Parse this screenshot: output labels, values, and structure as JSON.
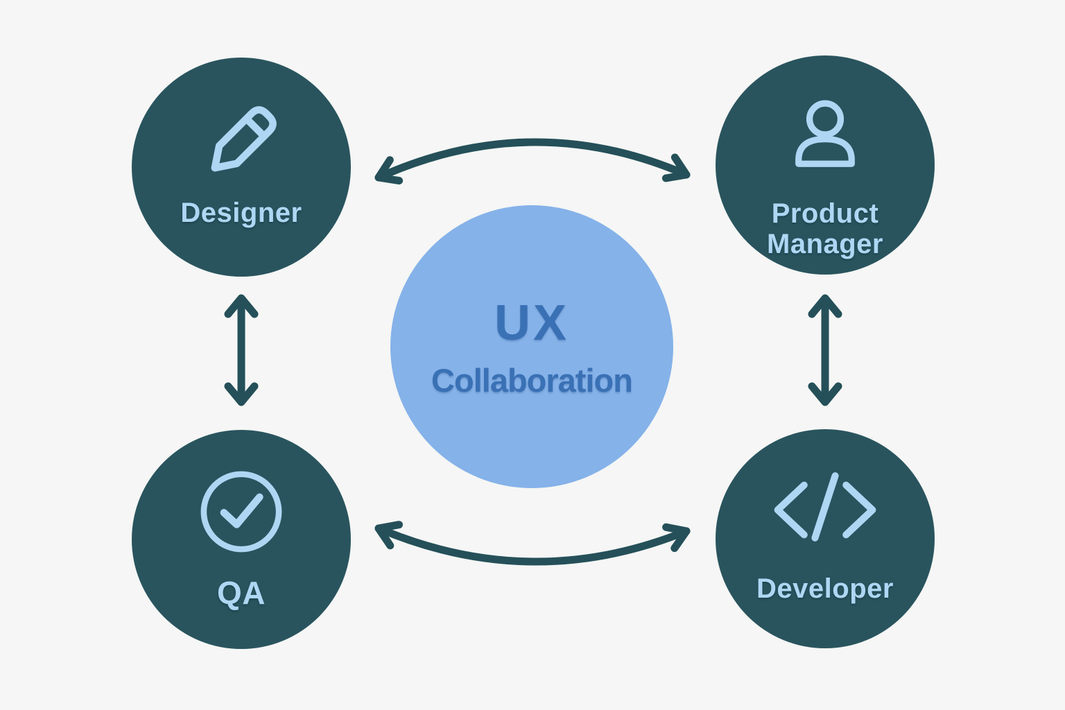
{
  "diagram": {
    "center": {
      "line1": "UX",
      "line2": "Collaboration"
    },
    "nodes": [
      {
        "id": "designer",
        "label": "Designer",
        "icon": "pencil-icon"
      },
      {
        "id": "product-manager",
        "label_line1": "Product",
        "label_line2": "Manager",
        "icon": "person-icon"
      },
      {
        "id": "qa",
        "label": "QA",
        "icon": "check-circle-icon"
      },
      {
        "id": "developer",
        "label": "Developer",
        "icon": "code-icon"
      }
    ],
    "connections": [
      {
        "from": "designer",
        "to": "product-manager",
        "style": "curved-arc-up",
        "bidirectional": true
      },
      {
        "from": "qa",
        "to": "developer",
        "style": "curved-arc-down",
        "bidirectional": true
      },
      {
        "from": "designer",
        "to": "qa",
        "style": "straight-vertical",
        "bidirectional": true
      },
      {
        "from": "product-manager",
        "to": "developer",
        "style": "straight-vertical",
        "bidirectional": true
      }
    ]
  },
  "colors": {
    "background": "#f5f6f5",
    "node_fill": "#29545e",
    "node_text": "#aed7f4",
    "icon_stroke": "#aed7f4",
    "arrow": "#255059",
    "center_fill": "#85b2e9",
    "center_text": "#3a71b5"
  }
}
